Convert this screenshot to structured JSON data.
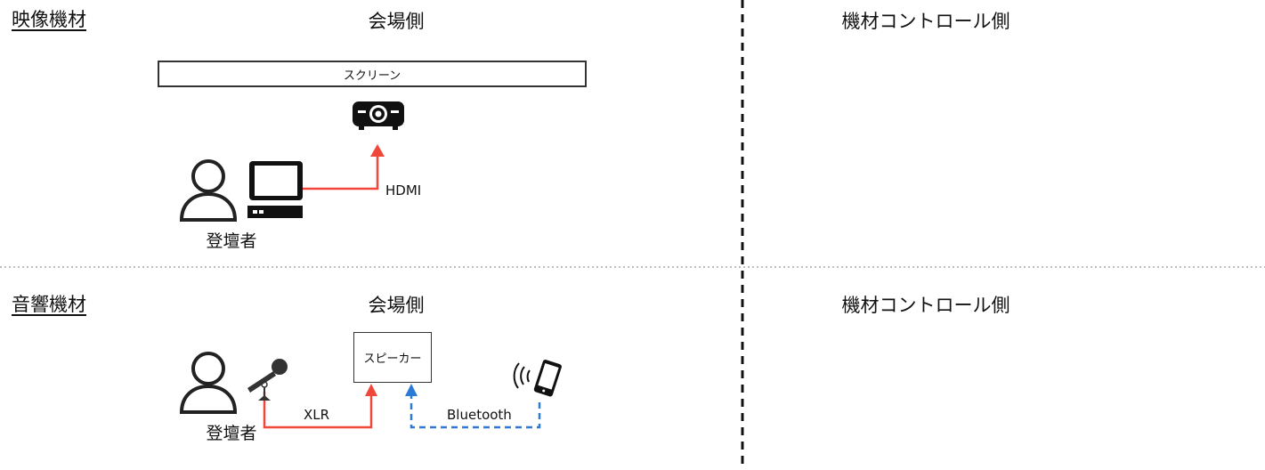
{
  "video_section": {
    "title": "映像機材",
    "venue_side_label": "会場側",
    "control_side_label": "機材コントロール側",
    "screen_label": "スクリーン",
    "presenter_label": "登壇者",
    "connection_label": "HDMI",
    "colors": {
      "connection": "#f0473a"
    }
  },
  "audio_section": {
    "title": "音響機材",
    "venue_side_label": "会場側",
    "control_side_label": "機材コントロール側",
    "speaker_label": "スピーカー",
    "presenter_label": "登壇者",
    "wired_connection_label": "XLR",
    "wireless_connection_label": "Bluetooth",
    "colors": {
      "wired": "#f0473a",
      "wireless": "#2b7bd6"
    }
  },
  "icons": [
    "person-icon",
    "computer-icon",
    "projector-icon",
    "microphone-icon",
    "smartphone-icon"
  ]
}
